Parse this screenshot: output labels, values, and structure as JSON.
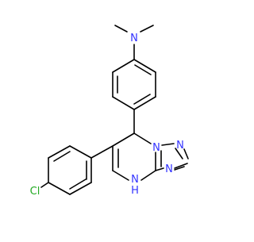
{
  "molecule": {
    "atom_labels": {
      "amine_n": "N",
      "ring_n1": "N",
      "ring_n2": "N",
      "ring_n3": "N",
      "nh_n": "N",
      "nh_h": "H",
      "chlorine": "Cl"
    },
    "colors": {
      "bond": "#000000",
      "nitrogen": "#3333ff",
      "chlorine": "#22aa22"
    }
  }
}
